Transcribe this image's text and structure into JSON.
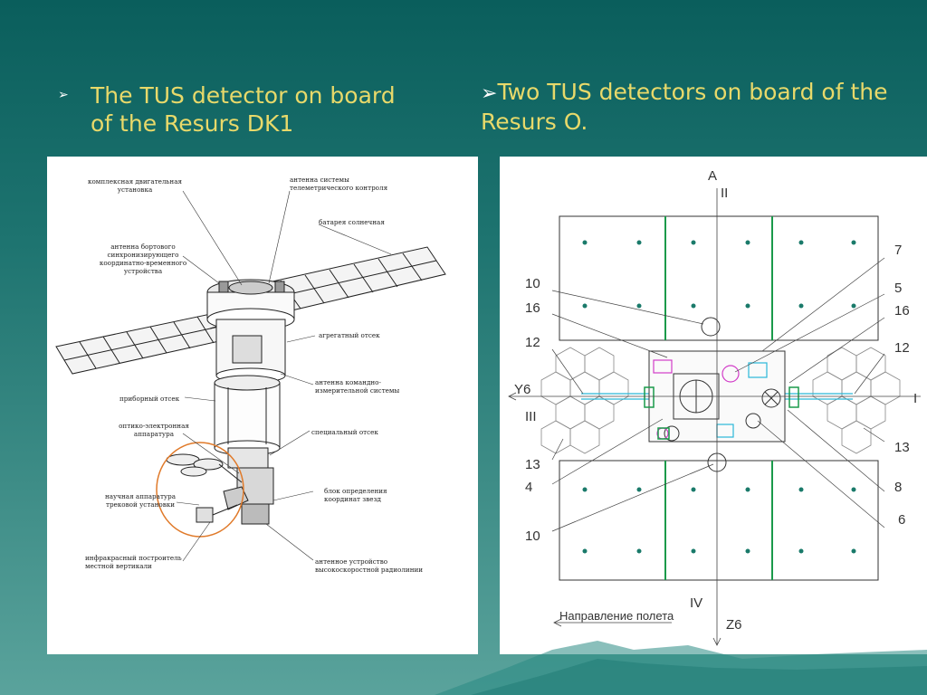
{
  "slide": {
    "left_heading": {
      "line1": "The TUS detector on board",
      "line2": "of the Resurs DK1",
      "bullet": "➢"
    },
    "right_heading": {
      "arrow": "➢",
      "line1": "Two TUS detectors on board of the",
      "line2": "Resurs O."
    }
  },
  "left_diagram": {
    "labels": [
      {
        "line1": "комплексная двигательная",
        "line2": "установка"
      },
      {
        "line1": "антенна системы",
        "line2": "телеметрического контроля"
      },
      {
        "line1": "батарея солнечная"
      },
      {
        "line1": "антенна бортового",
        "line2": "синхронизирующего",
        "line3": "координатно-временного",
        "line4": "устройства"
      },
      {
        "line1": "агрегатный отсек"
      },
      {
        "line1": "антенна командно-",
        "line2": "измерительной системы"
      },
      {
        "line1": "приборный отсек"
      },
      {
        "line1": "оптико-электронная",
        "line2": "аппаратура"
      },
      {
        "line1": "специальный отсек"
      },
      {
        "line1": "блок определения",
        "line2": "координат звезд"
      },
      {
        "line1": "научная аппаратура",
        "line2": "трековой установки"
      },
      {
        "line1": "инфракрасный построитель",
        "line2": "местной вертикали"
      },
      {
        "line1": "антенное устройство",
        "line2": "высокоскоростной радиолинии"
      }
    ],
    "highlight_color": "#e07a2a"
  },
  "right_diagram": {
    "axis_top": "A",
    "axis_top_roman": "II",
    "axis_left": "Y6",
    "axis_left_roman": "III",
    "axis_right_roman": "I",
    "axis_bottom_roman": "IV",
    "axis_bottom": "Z6",
    "direction_label": "Направление полета",
    "callouts_left": [
      "10",
      "16",
      "12",
      "13",
      "4",
      "10"
    ],
    "callouts_right": [
      "7",
      "5",
      "16",
      "12",
      "13",
      "8",
      "6"
    ],
    "accent_green": "#1a9a4a",
    "accent_magenta": "#d23cc8",
    "accent_cyan": "#2ab8d8"
  }
}
